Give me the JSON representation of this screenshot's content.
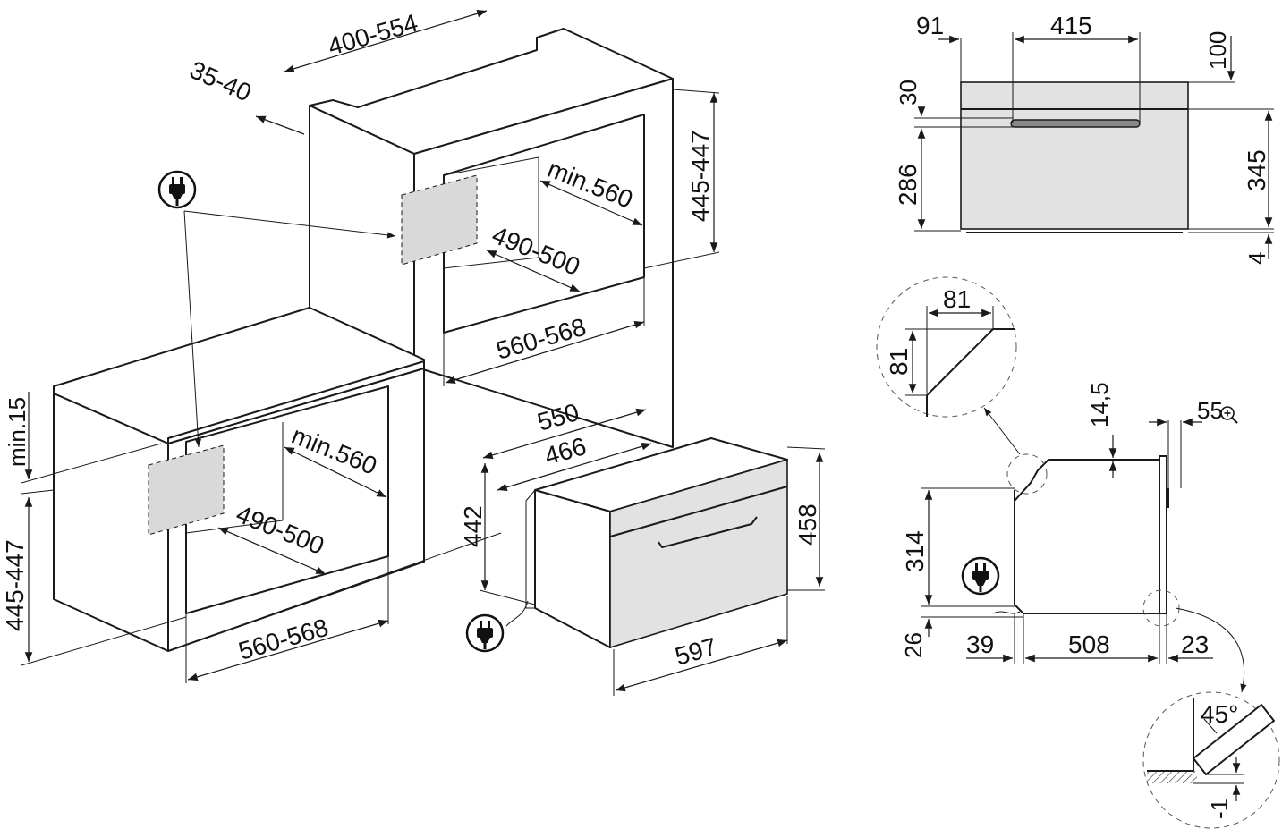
{
  "dimensions": {
    "top_depth_range": "400-554",
    "top_gap": "35-40",
    "upper_height": "445-447",
    "upper_min_depth": "min.560",
    "upper_inner_depth": "490-500",
    "upper_width": "560-568",
    "lower_min_gap": "min.15",
    "lower_height": "445-447",
    "lower_min_depth": "min.560",
    "lower_inner_depth": "490-500",
    "lower_width": "560-568",
    "oven_depth_outer": "550",
    "oven_depth_inner": "466",
    "oven_body_height": "442",
    "oven_front_height": "458",
    "oven_front_width": "597",
    "front_left_offset": "91",
    "front_handle_width": "415",
    "front_top_height": "100",
    "front_top_band": "30",
    "front_door_height": "286",
    "front_total_height": "345",
    "front_bottom_gap": "4",
    "detail_top_horizontal": "81",
    "detail_top_vertical": "81",
    "side_top_offset": "14,5",
    "side_front_depth": "55",
    "side_body_height": "314",
    "side_bottom": "26",
    "side_left": "39",
    "side_depth": "508",
    "side_front": "23",
    "detail_angle": "45°",
    "detail_bottom": "-1"
  },
  "icons": {
    "plug": "electrical-plug-icon",
    "zoom": "zoom-in-icon"
  },
  "colors": {
    "line": "#1a1a1a",
    "cutout_fill": "#d9d9d9",
    "oven_face": "#e2e2e2"
  }
}
